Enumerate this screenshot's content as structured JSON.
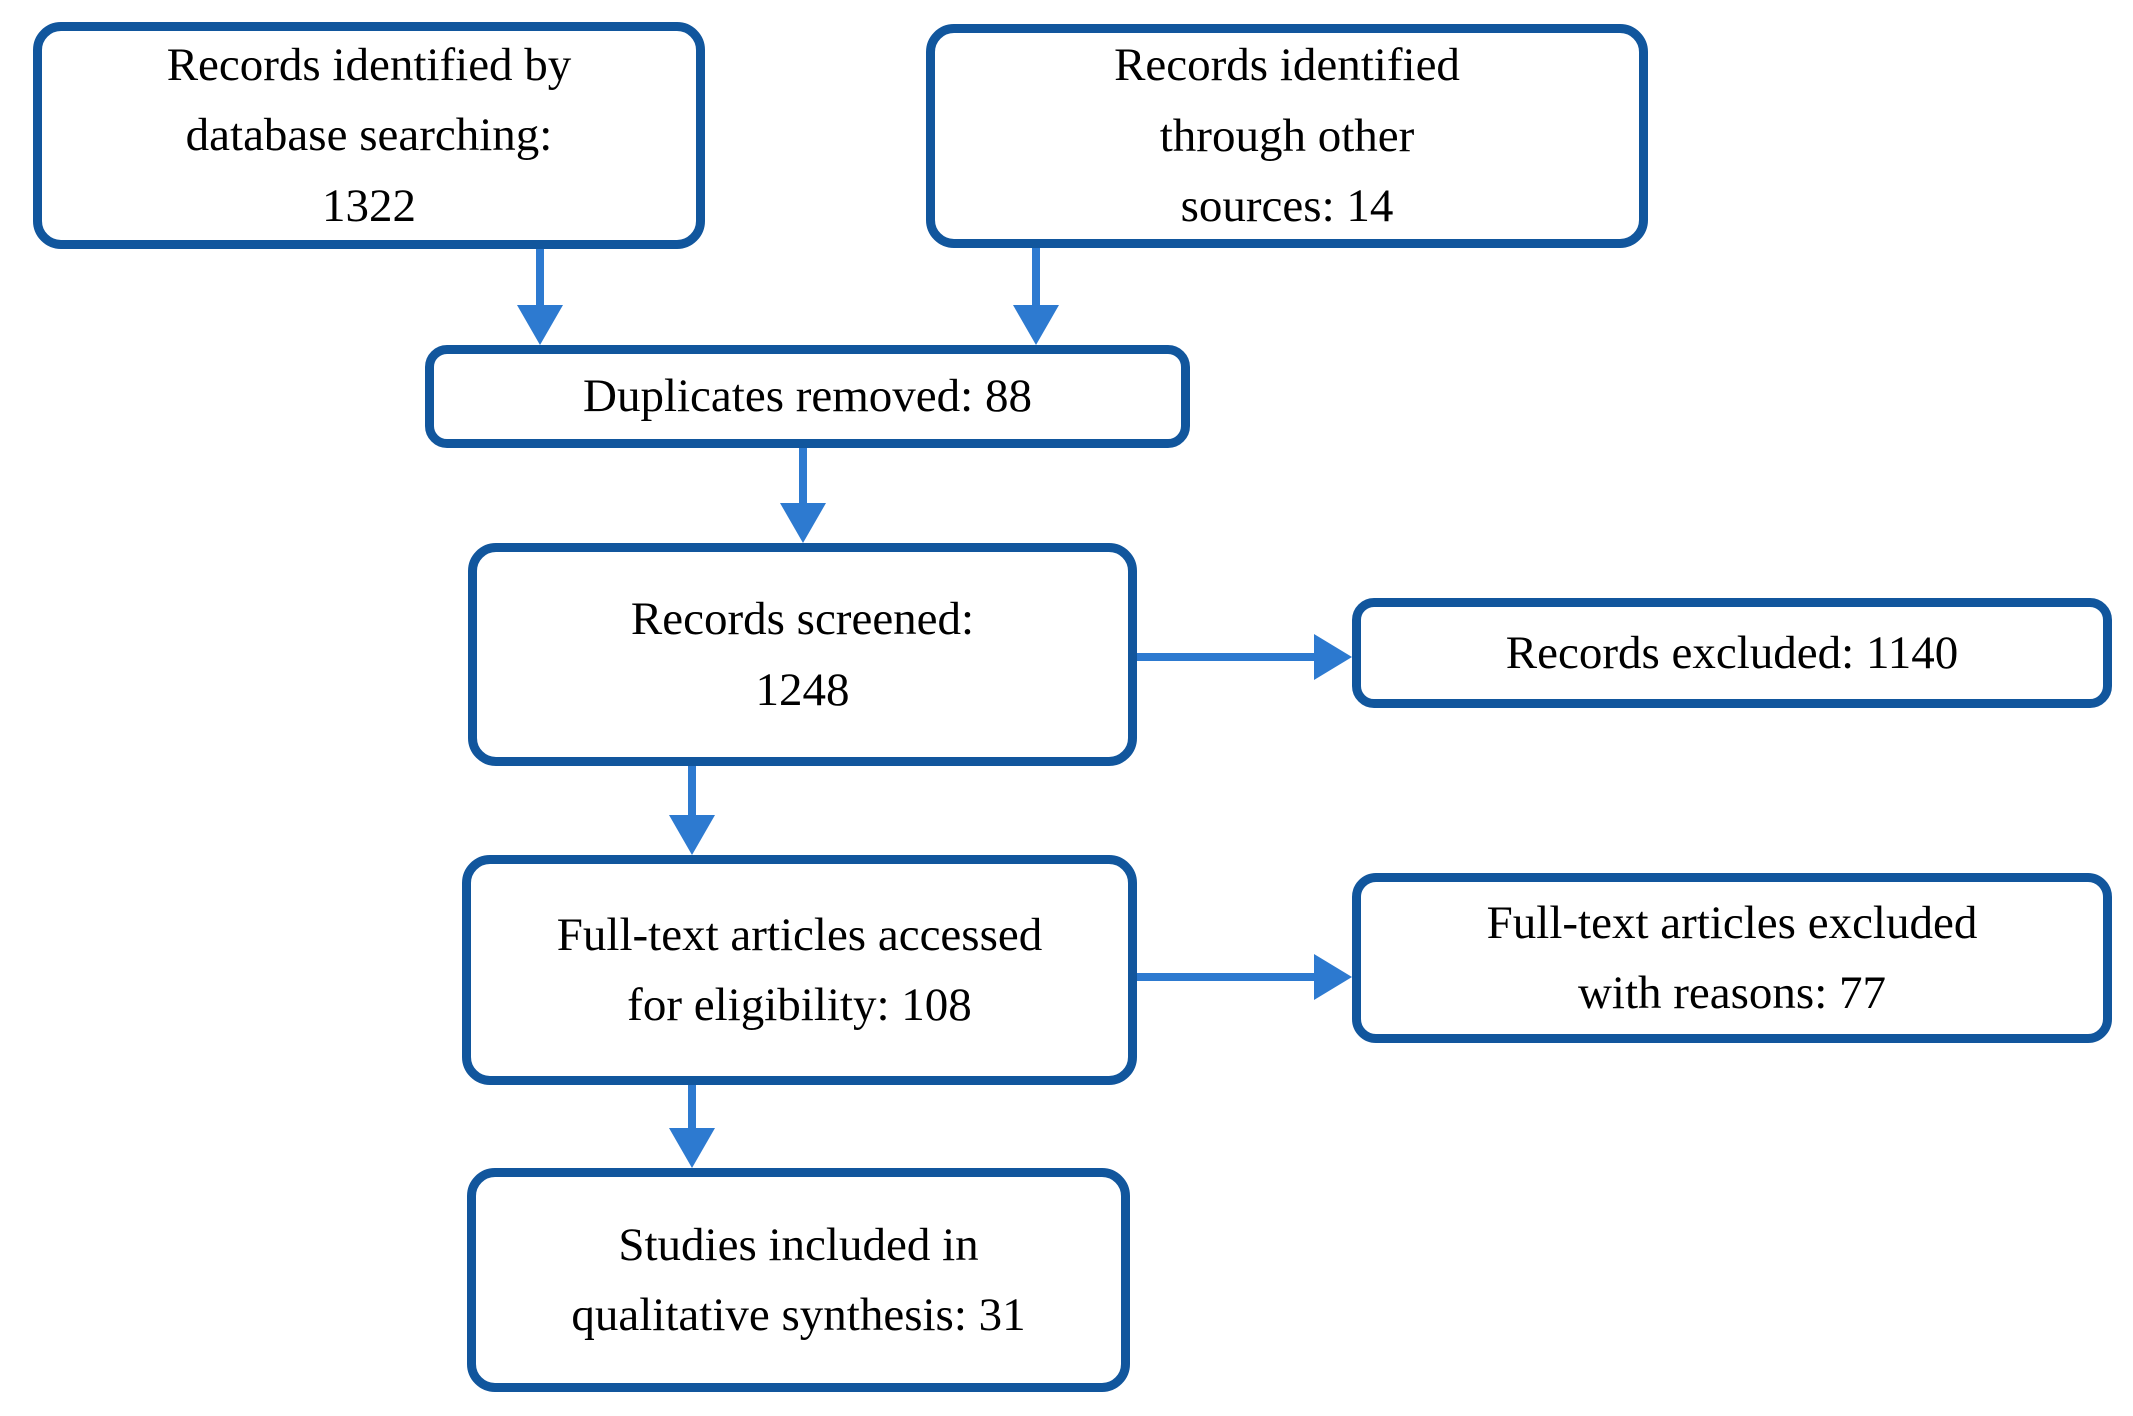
{
  "figure": {
    "type": "prisma-flow-diagram",
    "colors": {
      "box_border": "#11569D",
      "arrow": "#2D7AD0",
      "text": "#000000",
      "background": "#FFFFFF"
    },
    "boxes": {
      "records_db": {
        "lines": [
          "Records identified by",
          "database searching:",
          "1322"
        ],
        "value": 1322
      },
      "records_other": {
        "lines": [
          "Records identified",
          "through other",
          "sources: 14"
        ],
        "value": 14
      },
      "duplicates": {
        "lines": [
          "Duplicates removed: 88"
        ],
        "value": 88
      },
      "screened": {
        "lines": [
          "Records screened:",
          "1248"
        ],
        "value": 1248
      },
      "excluded": {
        "lines": [
          "Records excluded: 1140"
        ],
        "value": 1140
      },
      "fulltext": {
        "lines": [
          "Full-text articles accessed",
          "for eligibility: 108"
        ],
        "value": 108
      },
      "fulltext_excluded": {
        "lines": [
          "Full-text articles excluded",
          "with reasons: 77"
        ],
        "value": 77
      },
      "included": {
        "lines": [
          "Studies included in",
          "qualitative synthesis: 31"
        ],
        "value": 31
      }
    }
  }
}
